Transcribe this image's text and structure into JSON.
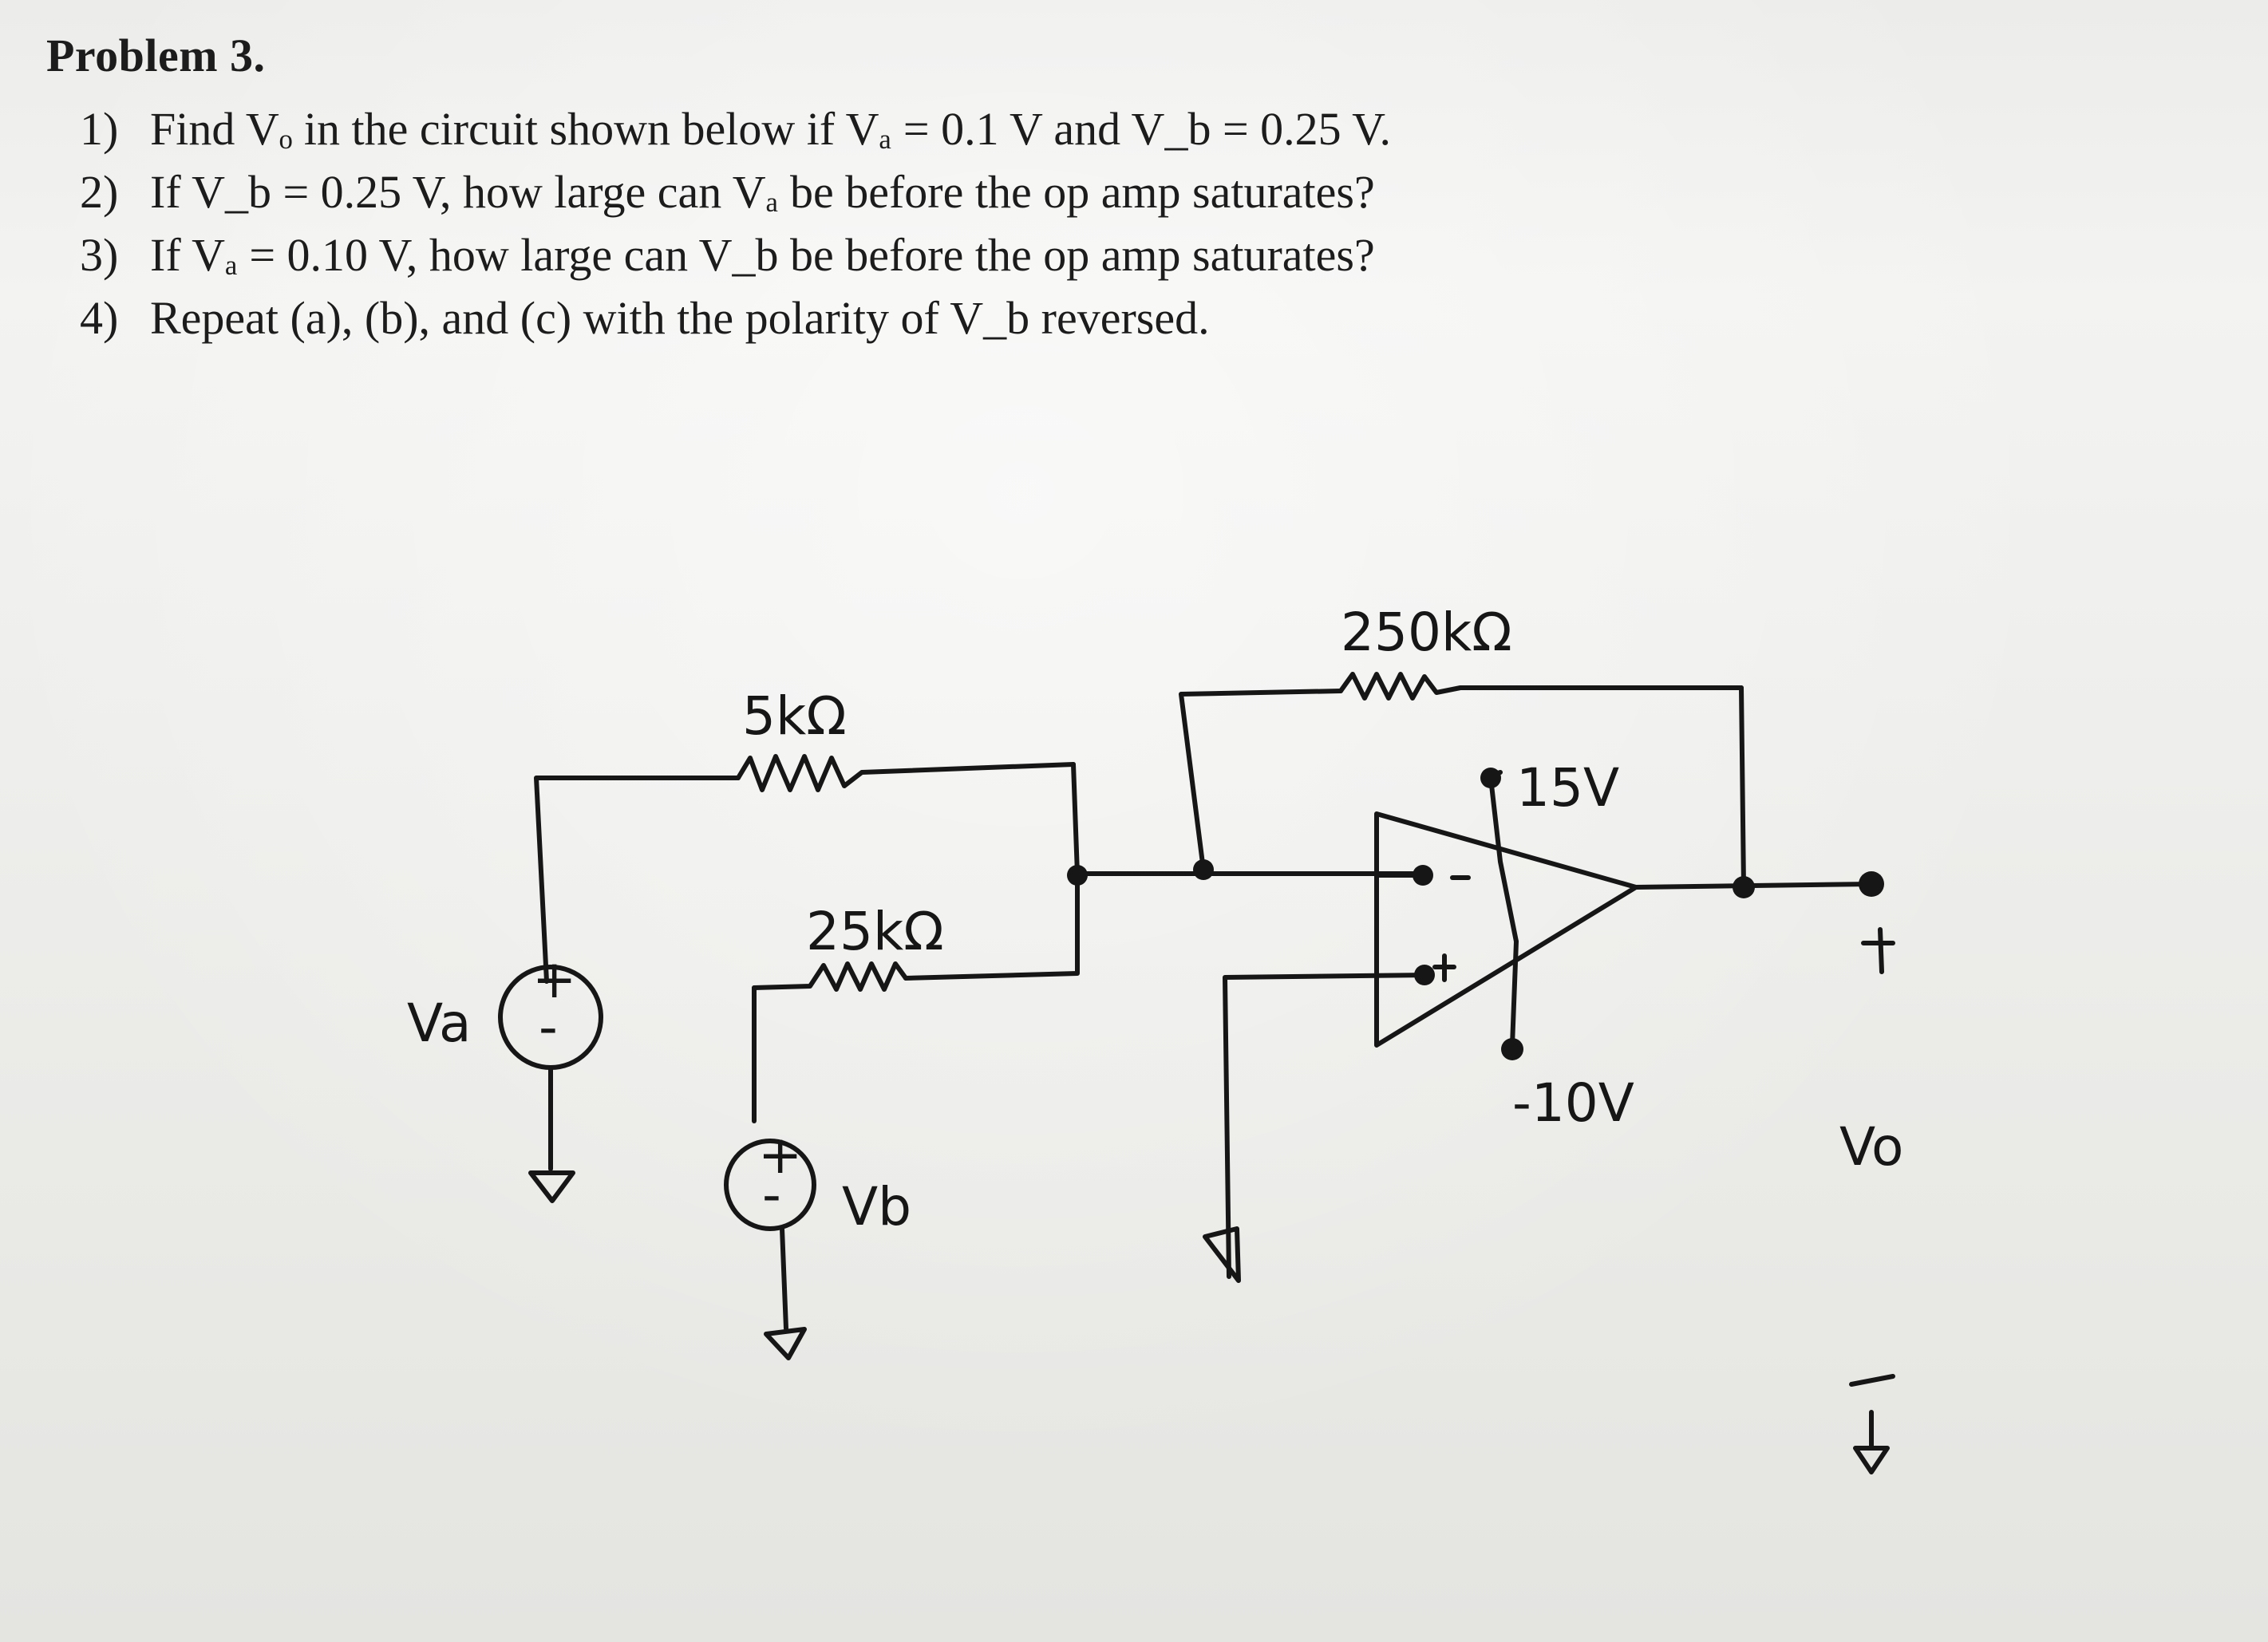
{
  "title": "Problem 3.",
  "items": [
    {
      "num": "1)",
      "text": "Find Vₒ in the circuit shown below if Vₐ = 0.1 V and V_b = 0.25 V."
    },
    {
      "num": "2)",
      "text": "If V_b = 0.25 V, how large can Vₐ be before the op amp saturates?"
    },
    {
      "num": "3)",
      "text": "If Vₐ = 0.10 V, how large can V_b be before the op amp saturates?"
    },
    {
      "num": "4)",
      "text": "Repeat (a), (b), and (c) with the polarity of V_b reversed."
    }
  ],
  "circuit": {
    "r_a": "5kΩ",
    "r_b": "25kΩ",
    "r_f": "250kΩ",
    "source_a": "Va",
    "source_b": "Vb",
    "output": "Vo",
    "supply_pos": "15V",
    "supply_neg": "-10V",
    "plus": "+",
    "minus": "-"
  }
}
